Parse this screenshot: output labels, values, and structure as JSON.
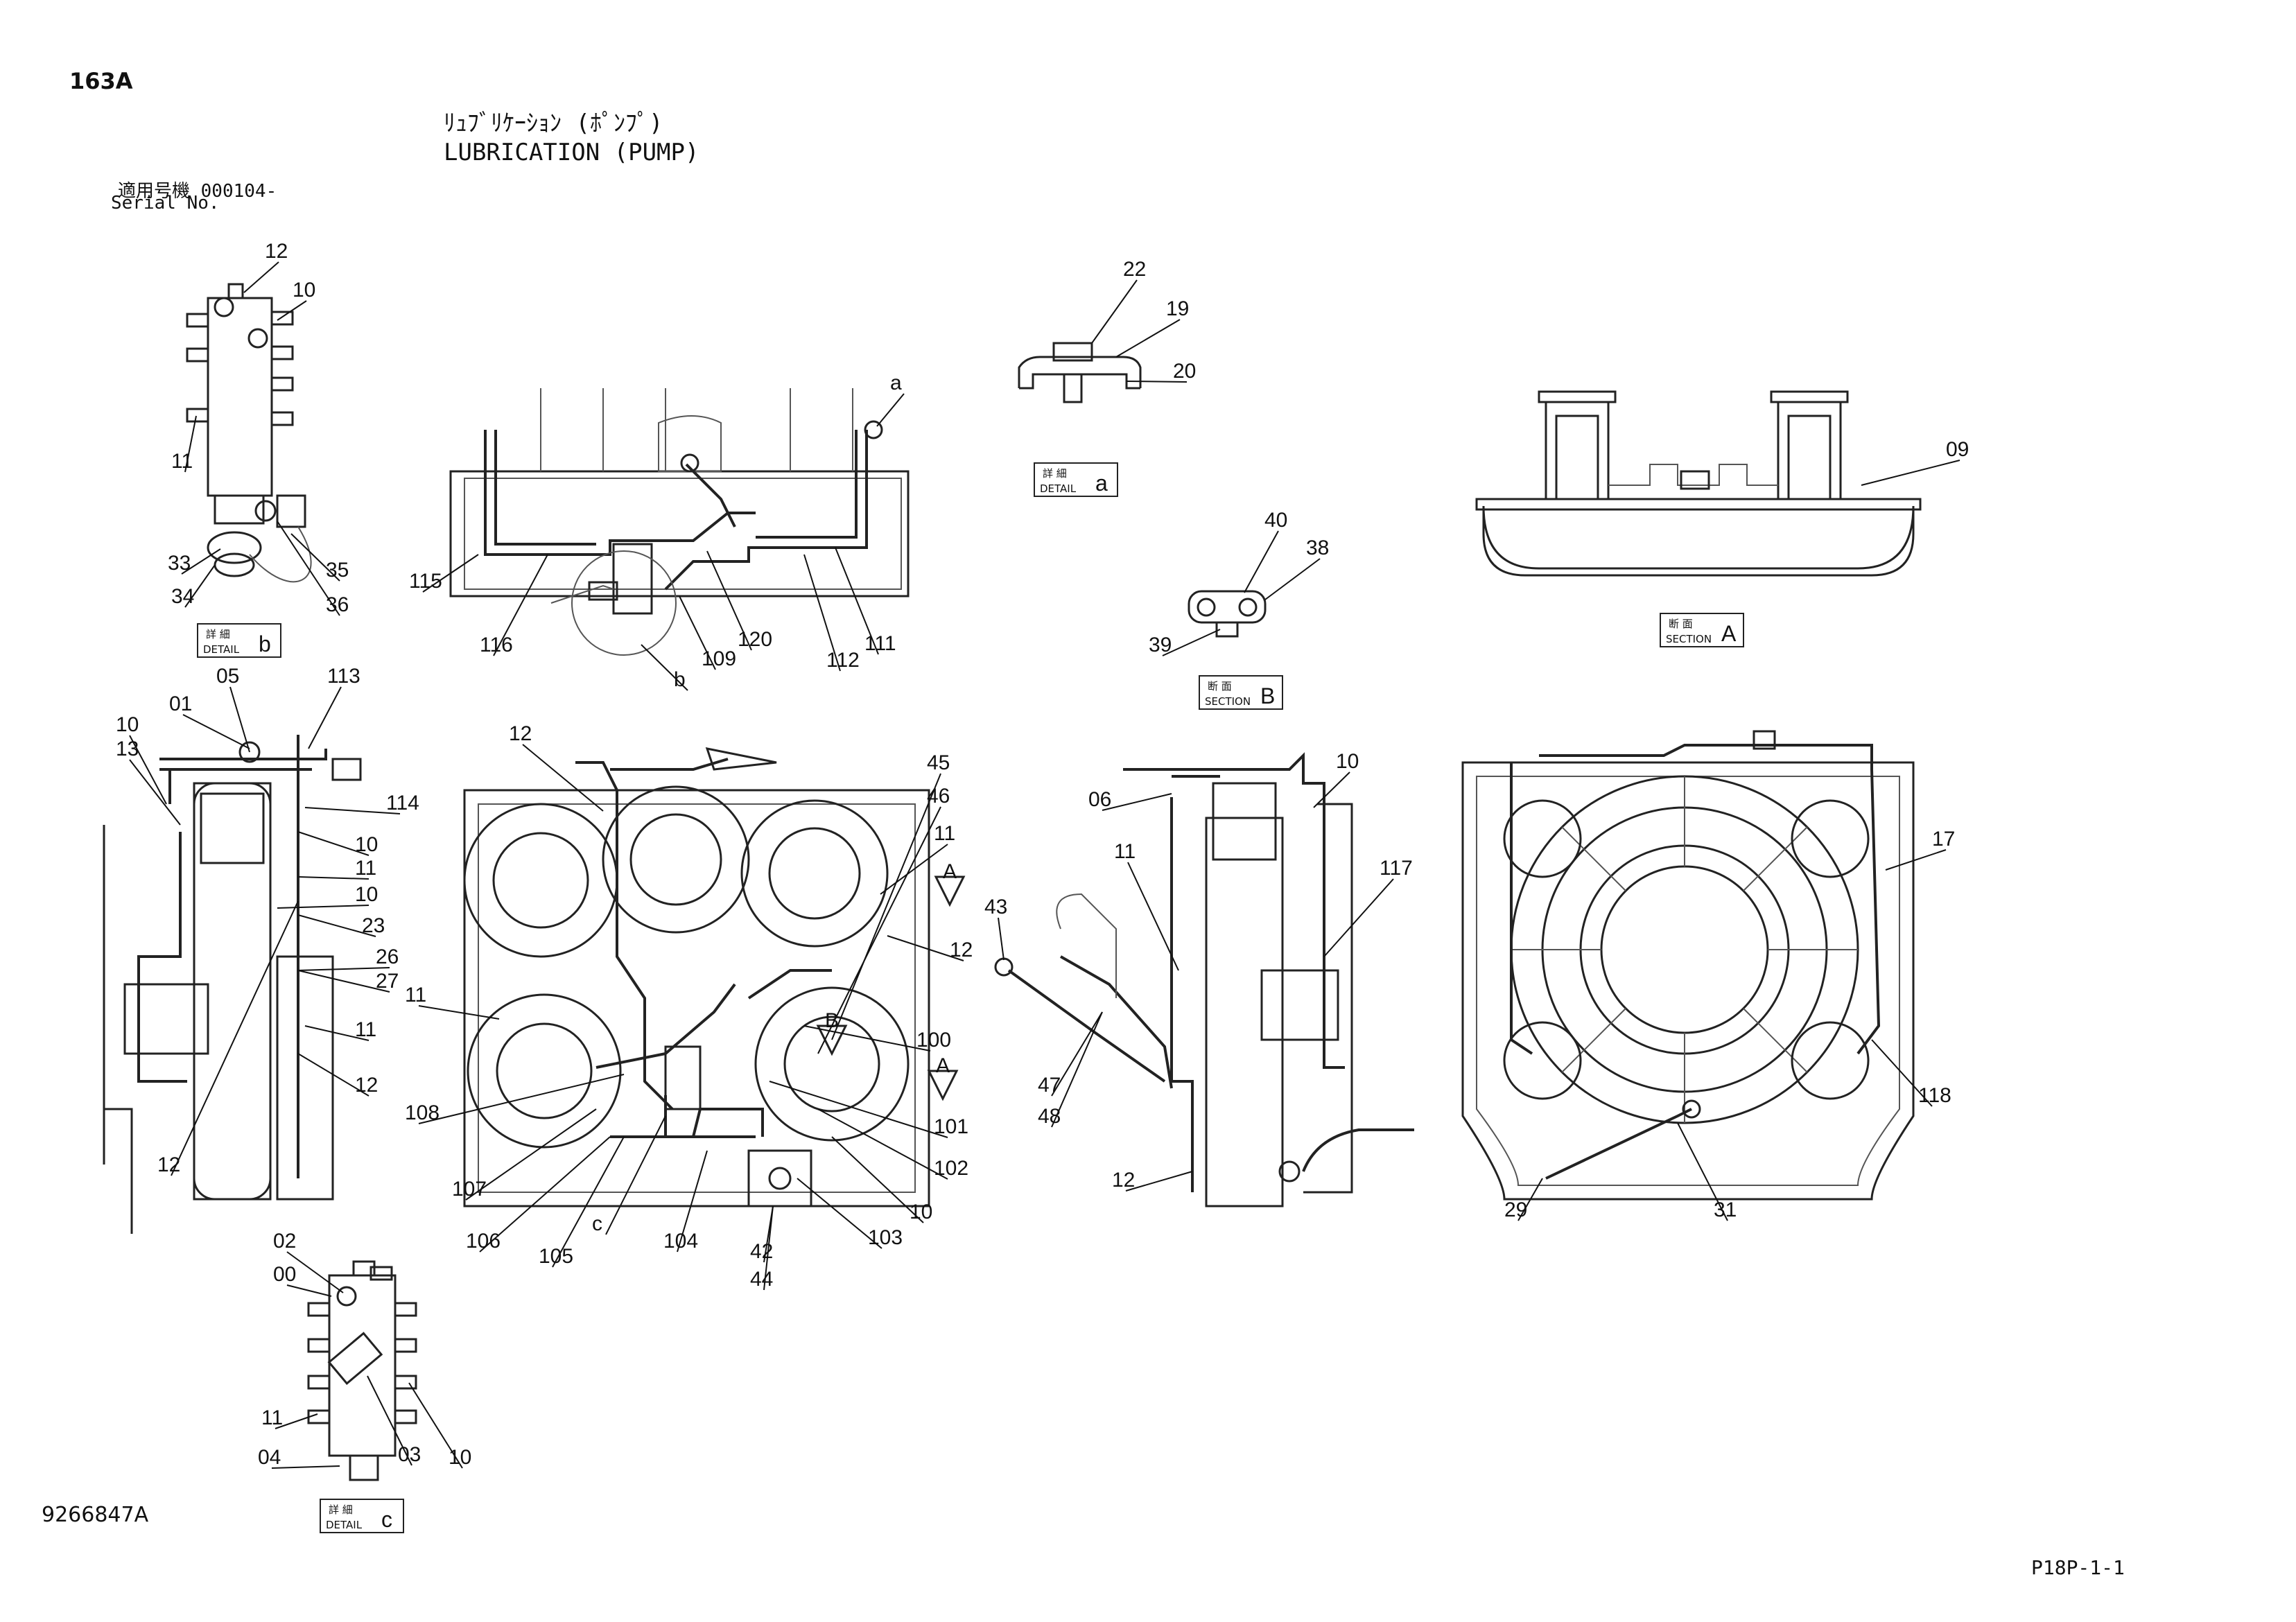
{
  "page_code": "163A",
  "title_jp": "ﾘｭﾌﾞﾘｹｰｼｮﾝ (ﾎﾟﾝﾌﾟ)",
  "title_en": "LUBRICATION (PUMP)",
  "serial_label_jp": "適用号機 000104-",
  "serial_label_en": "Serial No.",
  "doc_number": "9266847A",
  "sheet_ref": "P18P-1-1",
  "tags": [
    {
      "id": "detail-b",
      "jp": "詳 細",
      "en": "DETAIL",
      "letter": "b"
    },
    {
      "id": "detail-a",
      "jp": "詳 細",
      "en": "DETAIL",
      "letter": "a"
    },
    {
      "id": "detail-c",
      "jp": "詳 細",
      "en": "DETAIL",
      "letter": "c"
    },
    {
      "id": "section-a",
      "jp": "断 面",
      "en": "SECTION",
      "letter": "A"
    },
    {
      "id": "section-b",
      "jp": "断 面",
      "en": "SECTION",
      "letter": "B"
    }
  ],
  "callouts": {
    "detail_b": [
      "12",
      "10",
      "11",
      "33",
      "34",
      "35",
      "36"
    ],
    "detail_a": [
      "22",
      "19",
      "20"
    ],
    "section_b": [
      "40",
      "38",
      "39"
    ],
    "section_a": [
      "09"
    ],
    "top_view": [
      "a",
      "115",
      "116",
      "109",
      "120",
      "b",
      "112",
      "111"
    ],
    "left_view": [
      "05",
      "113",
      "01",
      "10",
      "13",
      "114",
      "10",
      "11",
      "10",
      "23",
      "26",
      "27",
      "11",
      "12",
      "12"
    ],
    "center_view": [
      "12",
      "45",
      "46",
      "11",
      "12",
      "11",
      "100",
      "108",
      "101",
      "102",
      "107",
      "106",
      "105",
      "c",
      "104",
      "42",
      "44",
      "103",
      "10"
    ],
    "right_side_view": [
      "06",
      "10",
      "11",
      "117",
      "43",
      "47",
      "48",
      "12"
    ],
    "rear_view": [
      "17",
      "118",
      "29",
      "31"
    ],
    "detail_c": [
      "02",
      "00",
      "11",
      "04",
      "03",
      "10"
    ]
  },
  "section_arrows": [
    "A",
    "B",
    "A"
  ]
}
